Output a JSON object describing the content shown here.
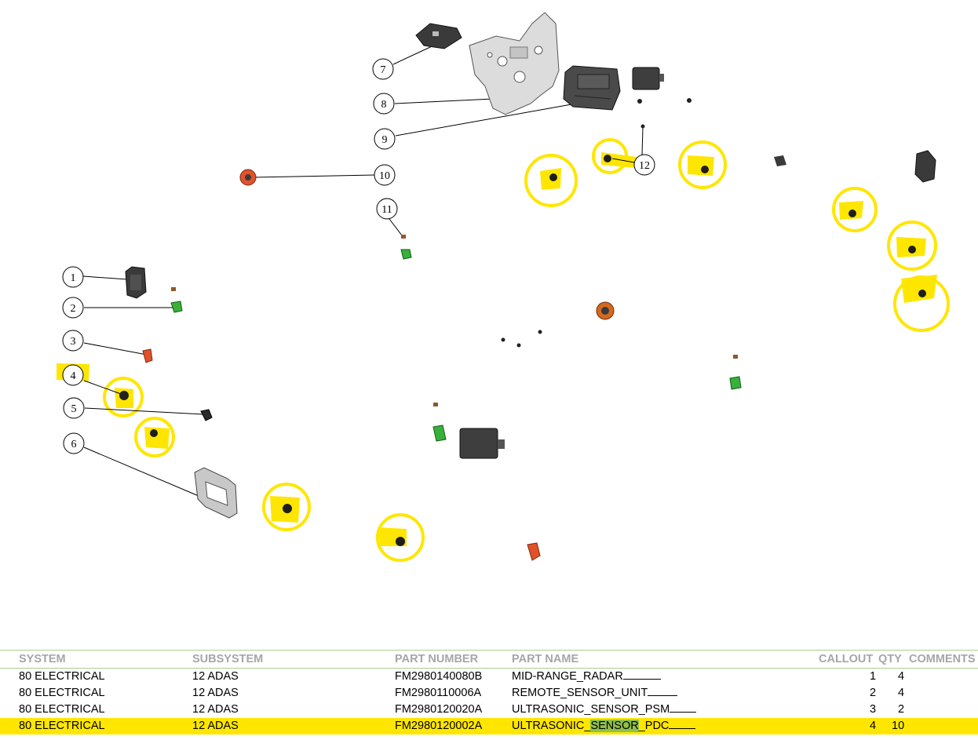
{
  "callouts": [
    "1",
    "2",
    "3",
    "4",
    "5",
    "6",
    "7",
    "8",
    "9",
    "10",
    "11",
    "12"
  ],
  "colors": {
    "highlight": "#ffe600",
    "part_dark": "#3a3a3a",
    "part_green": "#38b03a",
    "part_orange": "#e2522a",
    "part_gray": "#c8c8c8",
    "table_rule": "#a9d08e",
    "header_text": "#a6a6a6",
    "search_match": "#8fc04a"
  },
  "table": {
    "headers": [
      "SYSTEM",
      "SUBSYSTEM",
      "PART NUMBER",
      "PART NAME",
      "CALLOUT",
      "QTY",
      "COMMENTS"
    ],
    "rows": [
      {
        "system": "80 ELECTRICAL",
        "subsystem": "12 ADAS",
        "part_number": "FM2980140080B",
        "part_name_pre": "MID-RANGE_RADAR",
        "part_name_match": "",
        "part_name_post": "",
        "callout": "1",
        "qty": "4",
        "highlighted": false
      },
      {
        "system": "80 ELECTRICAL",
        "subsystem": "12 ADAS",
        "part_number": "FM2980110006A",
        "part_name_pre": "REMOTE_SENSOR_UNIT",
        "part_name_match": "",
        "part_name_post": "",
        "callout": "2",
        "qty": "4",
        "highlighted": false
      },
      {
        "system": "80 ELECTRICAL",
        "subsystem": "12 ADAS",
        "part_number": "FM2980120020A",
        "part_name_pre": "ULTRASONIC_SENSOR_PSM",
        "part_name_match": "",
        "part_name_post": "",
        "callout": "3",
        "qty": "2",
        "highlighted": false
      },
      {
        "system": "80 ELECTRICAL",
        "subsystem": "12 ADAS",
        "part_number": "FM2980120002A",
        "part_name_pre": "ULTRASONIC_",
        "part_name_match": "SENSOR",
        "part_name_post": "_PDC",
        "callout": "4",
        "qty": "10",
        "highlighted": true
      }
    ]
  }
}
